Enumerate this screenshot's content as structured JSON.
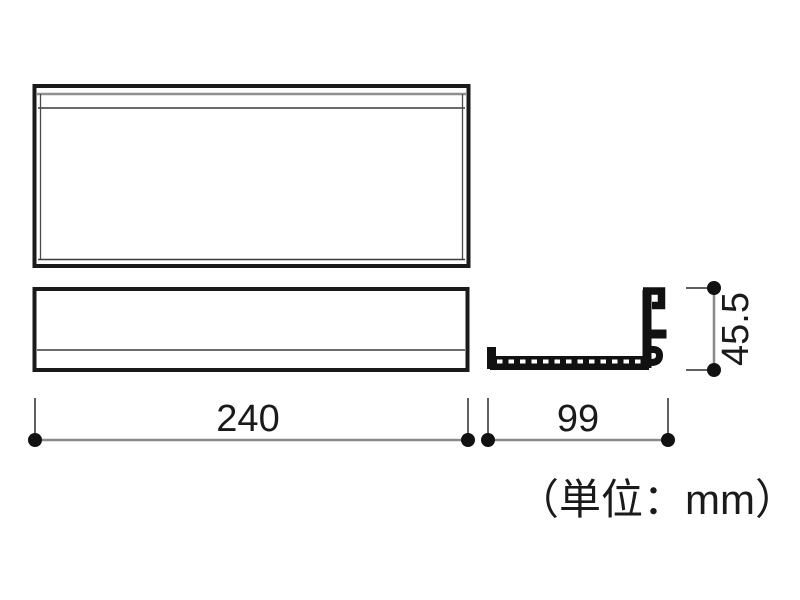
{
  "drawing": {
    "type": "technical-dimension-drawing",
    "unit_note": "（単位：mm）",
    "dimensions": {
      "width_mm": "240",
      "depth_mm": "99",
      "height_mm": "45.5"
    },
    "colors": {
      "outline": "#1a1a1a",
      "profile_fill": "#111111",
      "dim_line": "#8a8a8a",
      "extension_line": "#606060",
      "dim_dot": "#111111",
      "inner_line": "#3a3a3a",
      "light_rule": "#909090"
    }
  }
}
